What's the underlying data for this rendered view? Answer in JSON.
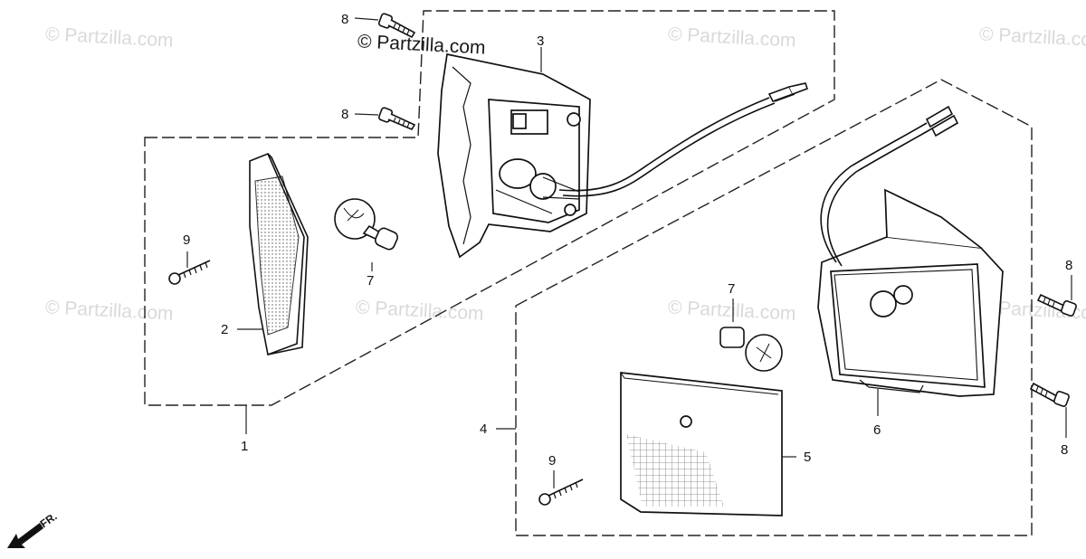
{
  "watermark": {
    "main": "© Partzilla.com",
    "faint": "© Partzilla.com"
  },
  "callouts": {
    "c1": "1",
    "c2": "2",
    "c3": "3",
    "c4": "4",
    "c5": "5",
    "c6": "6",
    "c7a": "7",
    "c7b": "7",
    "c8a": "8",
    "c8b": "8",
    "c8c": "8",
    "c8d": "8",
    "c9a": "9",
    "c9b": "9"
  },
  "direction": {
    "label": "FR."
  }
}
